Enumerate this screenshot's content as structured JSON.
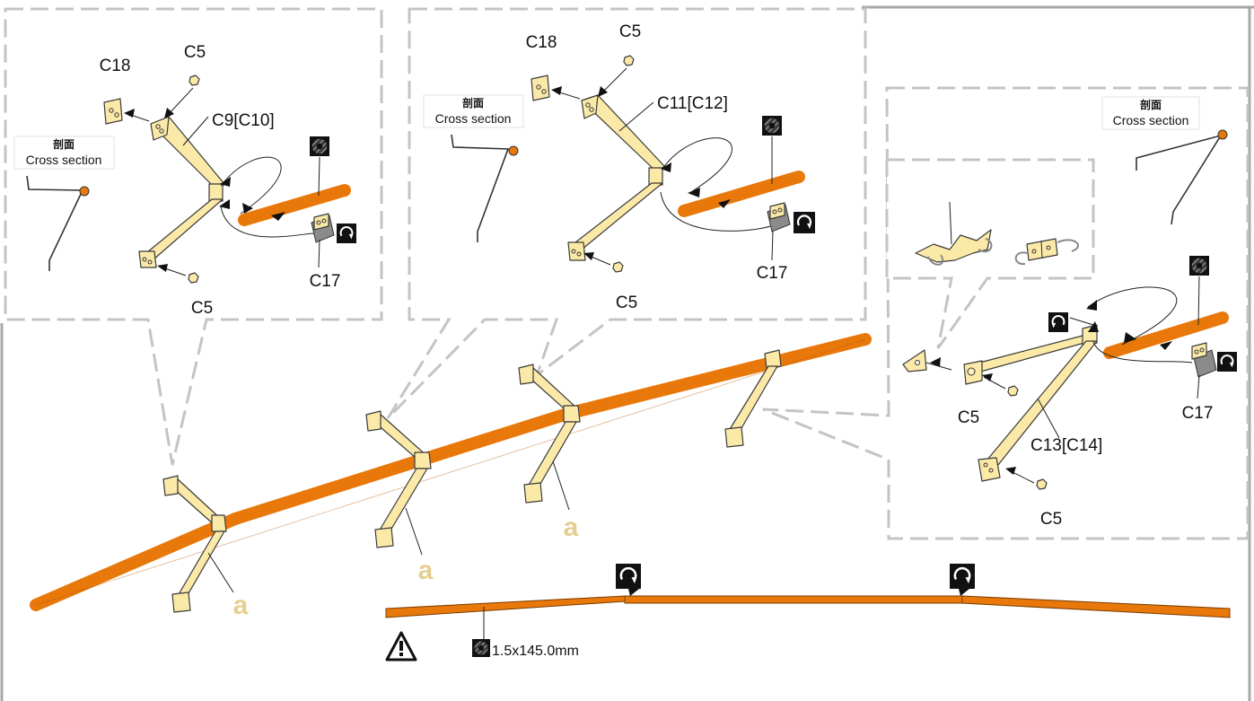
{
  "colors": {
    "tube": "#e8780a",
    "bracket": "#fbe9a8",
    "callout_border": "#c4c4c4",
    "marker_bg": "#111111"
  },
  "cross_section": {
    "zh": "剖面",
    "en": "Cross section"
  },
  "callout_left": {
    "part_top": "C18",
    "nut_top": "C5",
    "bracket": "C9[C10]",
    "clip": "C17",
    "nut_bottom": "C5"
  },
  "callout_middle": {
    "part_top": "C18",
    "nut_top": "C5",
    "bracket": "C11[C12]",
    "clip": "C17",
    "nut_bottom": "C5"
  },
  "callout_right": {
    "bracket": "C13[C14]",
    "clip": "C17",
    "nut_left": "C5",
    "nut_bottom": "C5"
  },
  "marks": {
    "a1": "a",
    "a2": "a",
    "a3": "a"
  },
  "rod_spec": {
    "warning_icon": "warning-triangle-icon",
    "text": "1.5x145.0mm"
  }
}
